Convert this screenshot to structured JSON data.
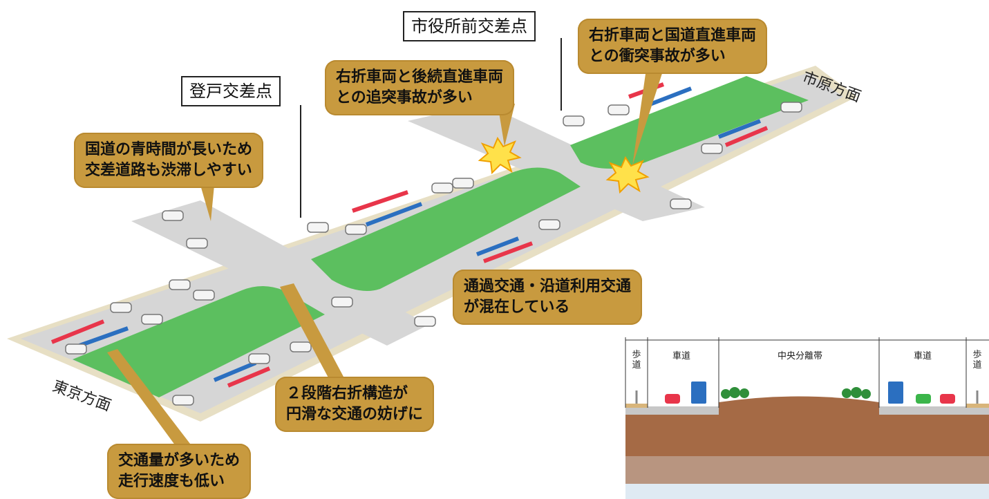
{
  "labels": {
    "intersection_noborito": "登戸交差点",
    "intersection_shiyakusho": "市役所前交差点",
    "direction_tokyo": "東京方面",
    "direction_ichihara": "市原方面"
  },
  "callouts": {
    "long_green": [
      "国道の青時間が長いため",
      "交差道路も渋滞しやすい"
    ],
    "rear_end": [
      "右折車両と後続直進車両",
      "との追突事故が多い"
    ],
    "head_on": [
      "右折車両と国道直進車両",
      "との衝突事故が多い"
    ],
    "mixed_traffic": [
      "通過交通・沿道利用交通",
      "が混在している"
    ],
    "two_stage": [
      "２段階右折構造が",
      "円滑な交通の妨げに"
    ],
    "heavy_traffic": [
      "交通量が多いため",
      "走行速度も低い"
    ]
  },
  "cross_section": {
    "sidewalk": "歩道",
    "roadway": "車道",
    "median": "中央分離帯"
  },
  "colors": {
    "callout_bg": "#c89a3f",
    "road": "#d6d6d6",
    "median_green": "#5cbf5f",
    "arrow_red": "#e8354a",
    "arrow_blue": "#2b6fc0",
    "soil": "#a56a45"
  }
}
